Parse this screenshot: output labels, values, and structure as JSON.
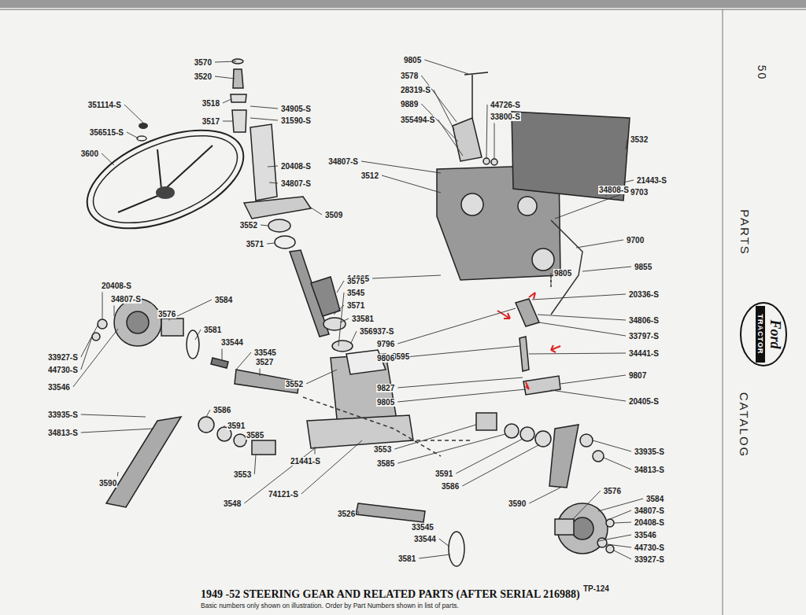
{
  "diagram": {
    "title": "1949 -52 STEERING GEAR AND RELATED PARTS (AFTER SERIAL 216988)",
    "caption": "Basic numbers only shown on illustration. Order by Part Numbers shown in list of parts.",
    "nodes": [
      {
        "text": [
          "Ford",
          "TRACTOR"
        ]
      }
    ],
    "labels": [
      "3570",
      "3520",
      "351114-S",
      "356515-S",
      "3518",
      "3517",
      "34905-S",
      "31590-S",
      "3600",
      "20408-S",
      "34807-S",
      "3509",
      "3552",
      "3571",
      "14605",
      "3575",
      "3545",
      "3571",
      "33581",
      "356937-S",
      "3595",
      "3552",
      "20408-S",
      "34807-S",
      "3584",
      "3576",
      "3581",
      "33544",
      "33545",
      "3527",
      "33927-S",
      "44730-S",
      "33546",
      "33935-S",
      "34813-S",
      "3586",
      "3591",
      "3585",
      "3590",
      "3553",
      "21441-S",
      "3548",
      "74121-S",
      "9805",
      "3578",
      "28319-S",
      "9889",
      "355494-S",
      "44726-S",
      "33800-S",
      "34807-S",
      "3512",
      "3532",
      "21443-S",
      "34808-S",
      "9703",
      "9700",
      "9855",
      "9805",
      "20336-S",
      "34806-S",
      "33797-S",
      "34441-S",
      "9807",
      "20405-S",
      "9796",
      "9806",
      "9827",
      "9805",
      "3553",
      "3585",
      "3591",
      "3586",
      "3590",
      "33935-S",
      "34813-S",
      "3526",
      "33545",
      "33544",
      "3581",
      "3576",
      "3584",
      "34807-S",
      "20408-S",
      "33546",
      "44730-S",
      "33927-S",
      "TP-124",
      "50",
      "PARTS",
      "CATALOG"
    ]
  }
}
